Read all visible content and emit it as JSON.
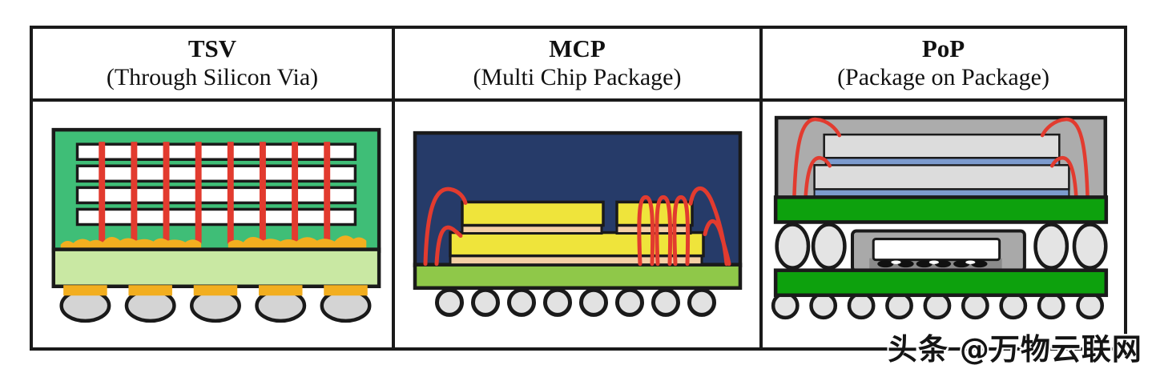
{
  "figure": {
    "type": "package-technology-comparison-table",
    "columns": [
      {
        "acronym": "TSV",
        "full_name": "(Through Silicon Via)"
      },
      {
        "acronym": "MCP",
        "full_name": "(Multi Chip Package)"
      },
      {
        "acronym": "PoP",
        "full_name": "(Package on Package)"
      }
    ]
  },
  "watermark": {
    "text": "头条 @万物云联网"
  },
  "palette": {
    "table_border": "#1a1a1a",
    "tsv_mold_green": "#3fbe77",
    "tsv_die_white": "#ffffff",
    "tsv_via_red": "#e23b2f",
    "tsv_bump_orange": "#f2ae1f",
    "tsv_substrate_lightgreen": "#c9e8a3",
    "tsv_ball_gray": "#d4d4d4",
    "mcp_mold_navy": "#263b69",
    "mcp_die_yellow": "#efe43b",
    "mcp_attach_tan": "#f4cfa4",
    "mcp_substrate_green": "#8fc849",
    "mcp_wire_red": "#e23b2f",
    "mcp_ball_gray": "#e2e2e2",
    "pop_mold_gray": "#acacac",
    "pop_die_lightgray": "#dcdcdc",
    "pop_adhesive_blue": "#7c9bce",
    "pop_substrate_green": "#0da10d",
    "pop_ball_gray": "#e4e4e4",
    "pop_underfill_gray": "#8a8a8a"
  }
}
